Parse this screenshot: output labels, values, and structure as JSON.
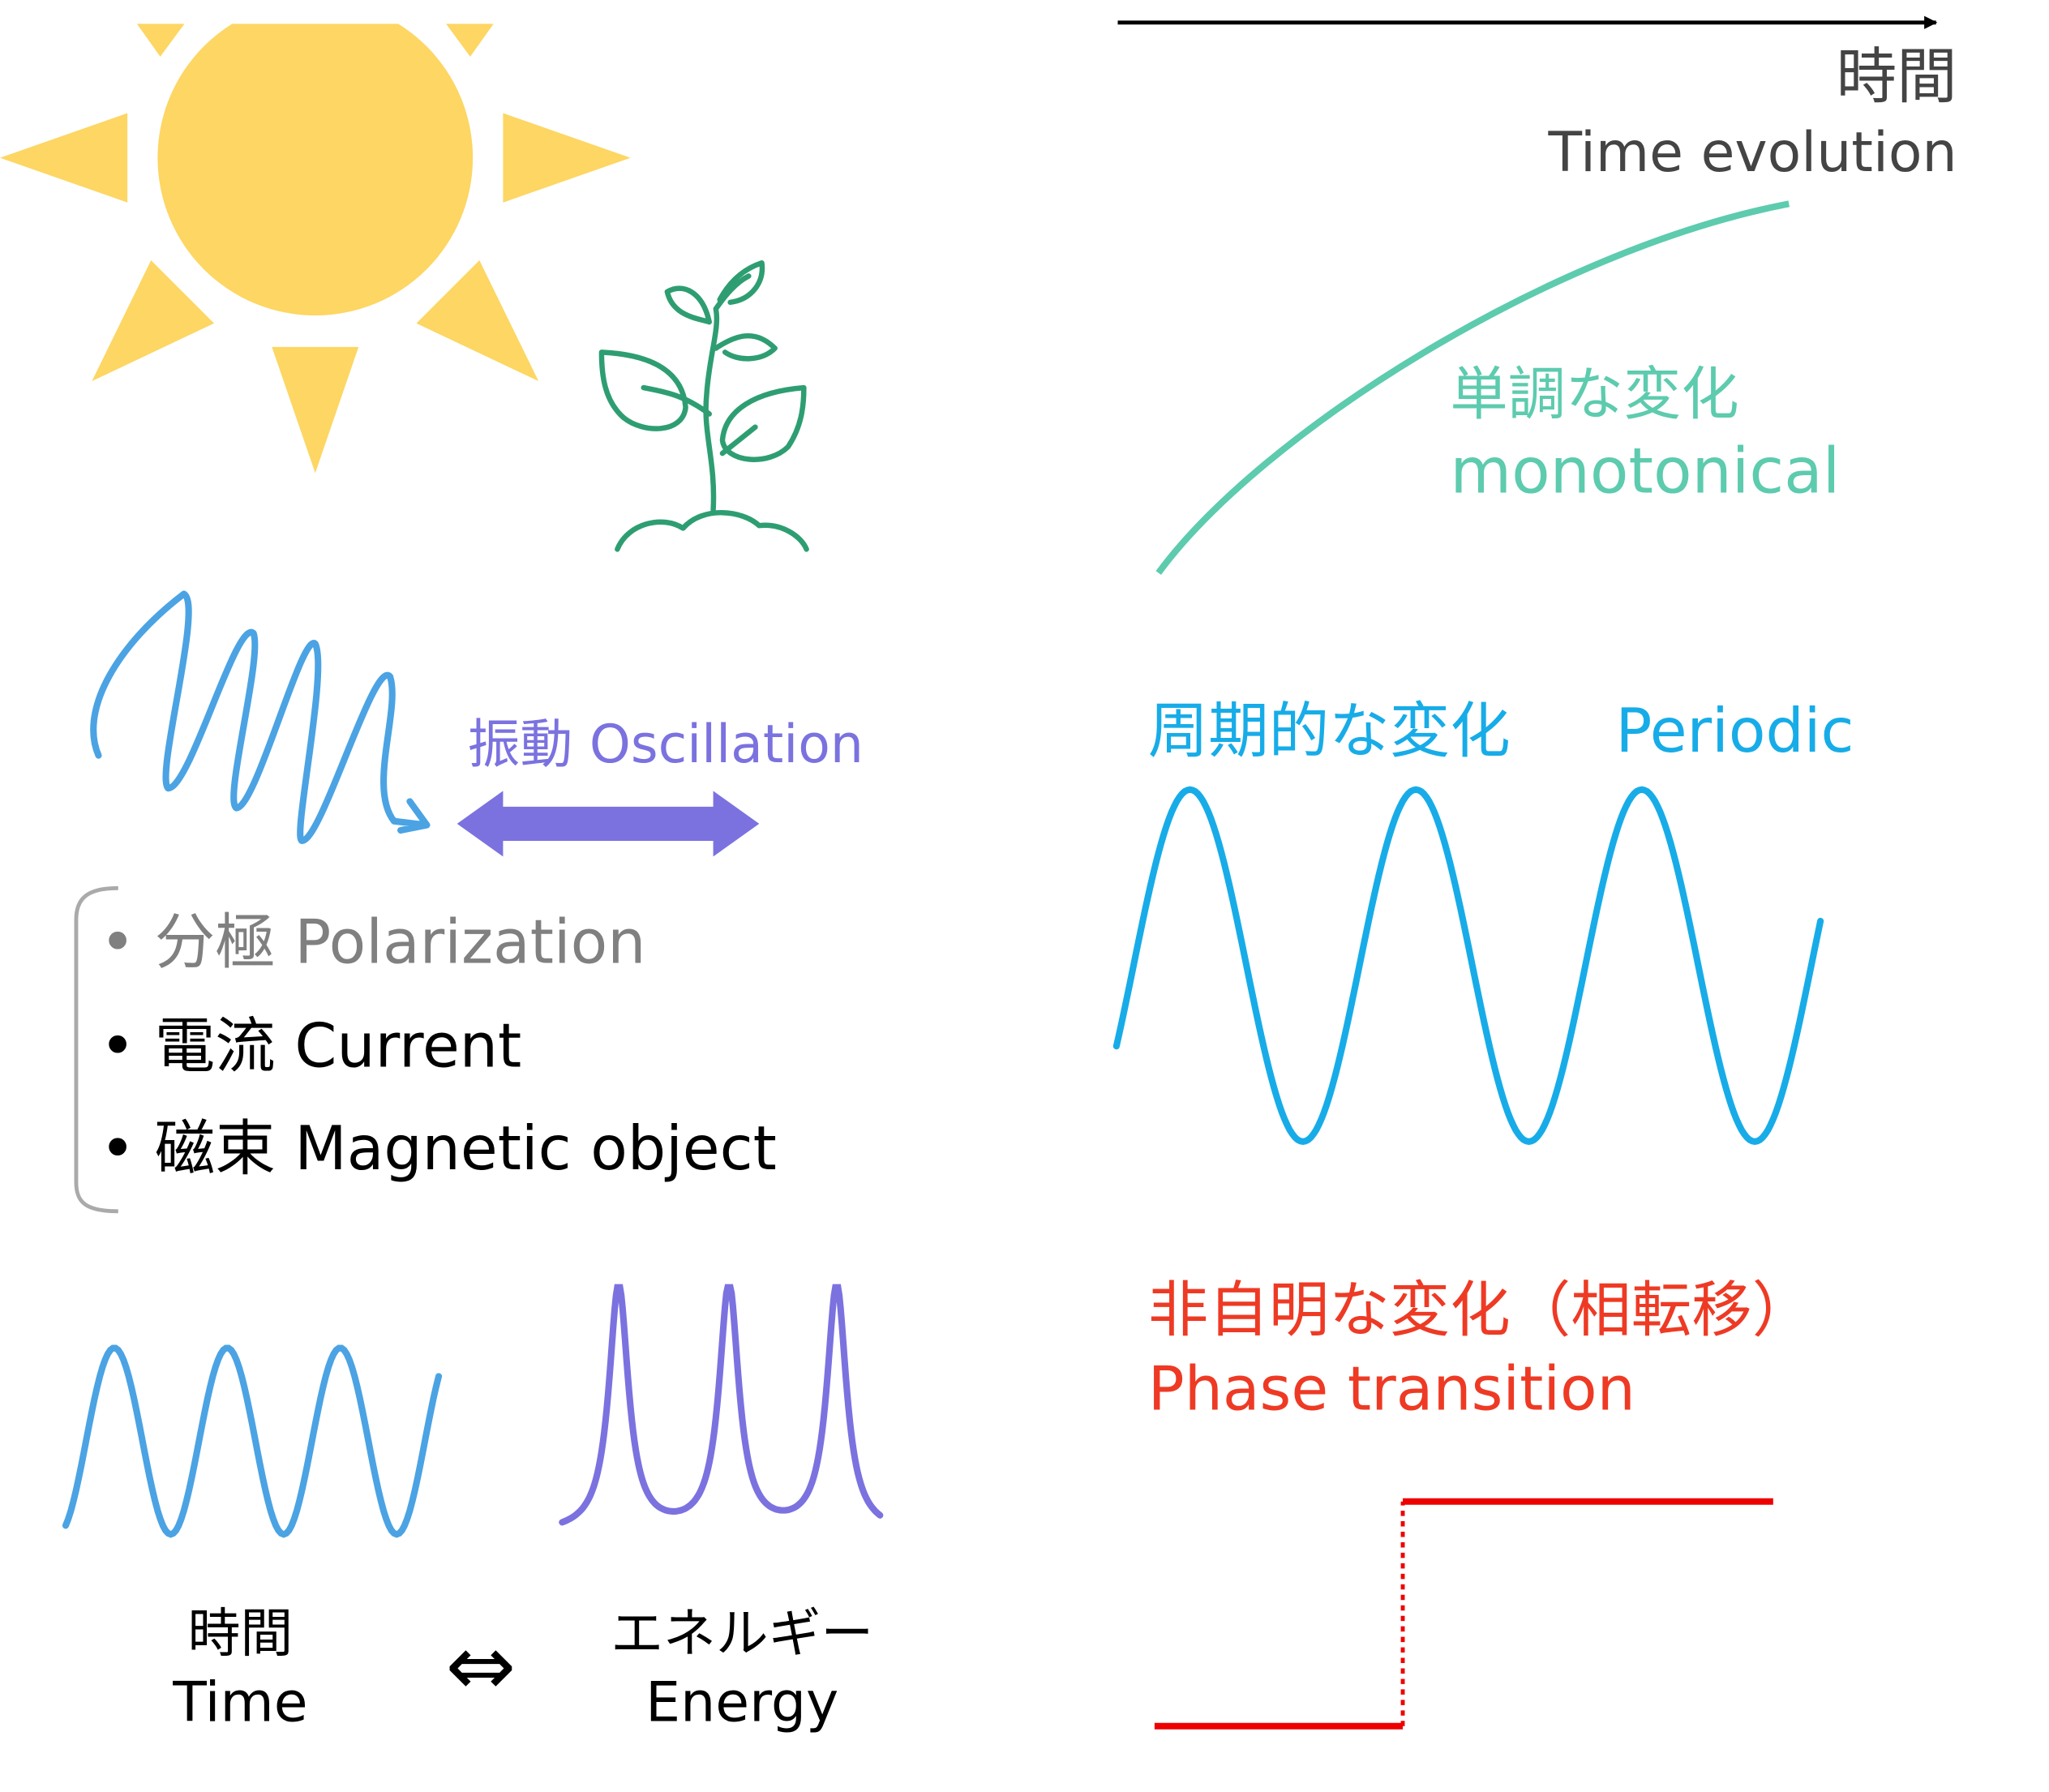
{
  "timeline": {
    "label_jp": "時間",
    "label_en": "Time evolution"
  },
  "monotonic": {
    "label_jp": "単調な変化",
    "label_en": "monotonical"
  },
  "oscillation": {
    "label": "振動 Oscillation"
  },
  "examples": [
    {
      "text": "• 分極 Polarization"
    },
    {
      "text": "• 電流 Current"
    },
    {
      "text": "• 磁束 Magnetic object"
    }
  ],
  "periodic": {
    "label_jp": "周期的な変化",
    "label_en": "Periodic"
  },
  "phase": {
    "label_jp": "非自明な変化（相転移）",
    "label_en": "Phase transition"
  },
  "duality": {
    "time_jp": "時間",
    "time_en": "Time",
    "symbol": "⇔",
    "energy_jp": "エネルギー",
    "energy_en": "Energy"
  },
  "colors": {
    "sun": "#FDD663",
    "plant": "#2E9E72",
    "monotonic": "#5DCBAE",
    "oscillation": "#4BA3E3",
    "purple": "#7B72E0",
    "periodic": "#17ACE8",
    "phase_text": "#EE3A24",
    "phase_line": "#EE0000"
  }
}
